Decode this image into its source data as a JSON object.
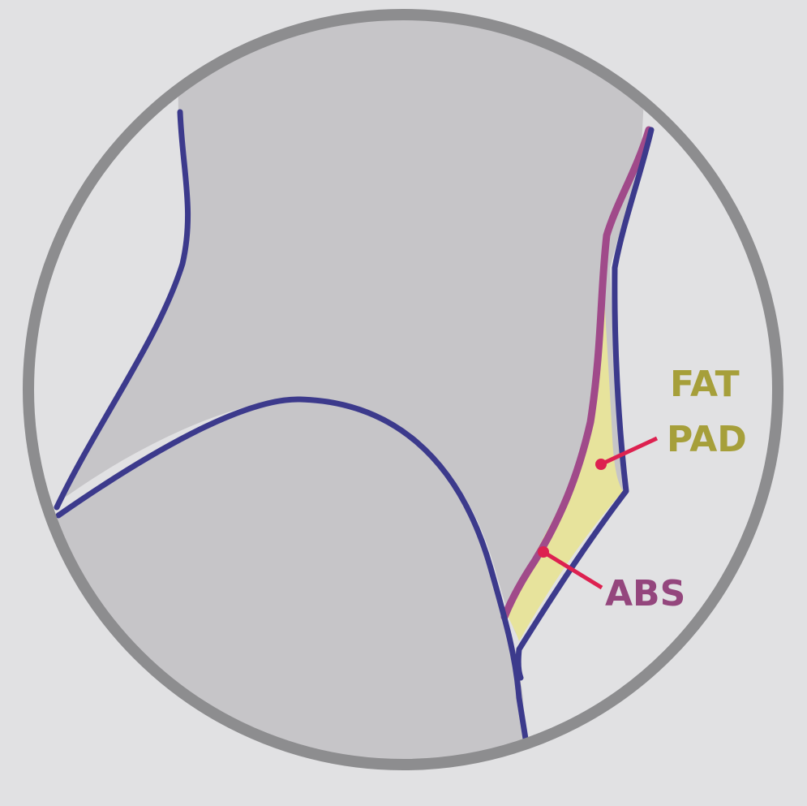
{
  "labels": {
    "fat_pad_line1": "FAT",
    "fat_pad_line2": "PAD",
    "abs": "ABS"
  },
  "colors": {
    "background": "#e1e1e3",
    "circle_outline": "#8d8d8f",
    "bone_fill": "#c6c5c8",
    "bone_outline": "#3c3a8c",
    "fat_pad_fill": "#e7e39c",
    "abs_line": "#a04a8a",
    "pointer": "#dd2150",
    "fat_pad_text": "#a69f3a",
    "abs_text": "#94467d"
  }
}
